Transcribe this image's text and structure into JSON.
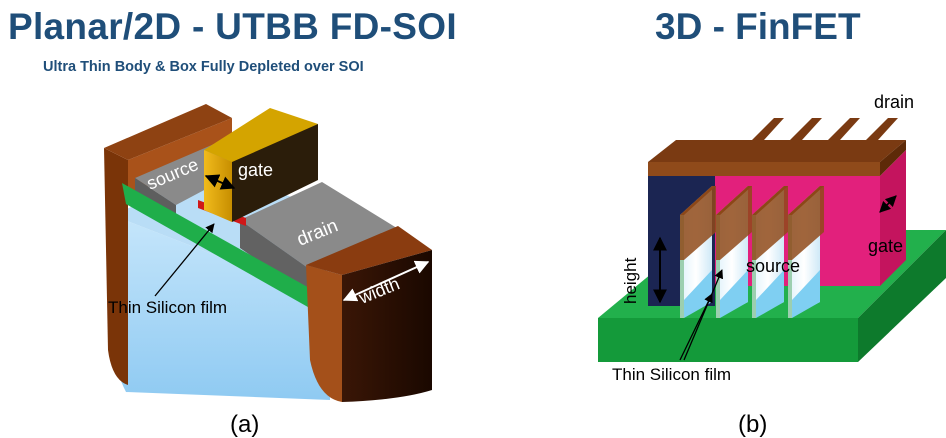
{
  "left": {
    "title": "Planar/2D - UTBB FD-SOI",
    "subtitle": "Ultra Thin Body & Box Fully Depleted over SOI",
    "labels": {
      "source": "source",
      "gate": "gate",
      "drain": "drain",
      "width": "width",
      "thin_film": "Thin Silicon film"
    },
    "caption": "(a)"
  },
  "right": {
    "title": "3D - FinFET",
    "labels": {
      "drain": "drain",
      "gate": "gate",
      "source": "source",
      "height": "height",
      "thin_film": "Thin Silicon film"
    },
    "caption": "(b)"
  },
  "colors": {
    "title": "#1f4e79",
    "oxide": "#a8d8f8",
    "contact": "#9a4a10",
    "gate_metal": "#e0a400",
    "gate_dark": "#2a1c0a",
    "green": "#22b04c",
    "pink": "#e0207a",
    "navy": "#1a2450",
    "gray": "#7a7a7a"
  }
}
